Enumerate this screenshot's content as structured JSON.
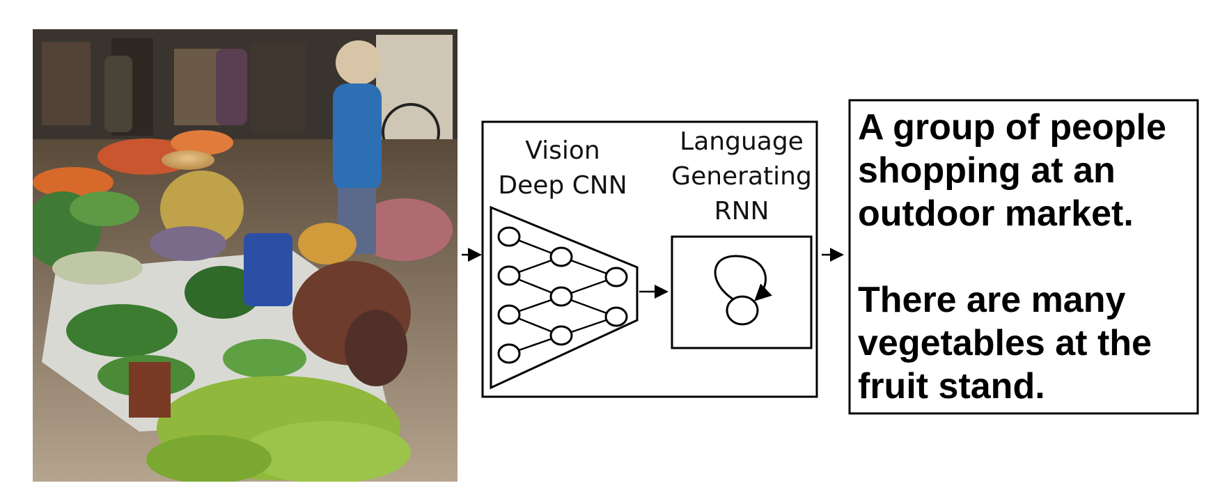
{
  "image": {
    "content": "outdoor market with vegetables and shoppers"
  },
  "vision_cnn": {
    "title_line1": "Vision",
    "title_line2": "Deep CNN"
  },
  "language_rnn": {
    "title_line1": "Language",
    "title_line2": "Generating",
    "title_line3": "RNN"
  },
  "caption": {
    "lines": [
      "A group of people",
      "shopping at an",
      "outdoor market.",
      "",
      "There are many",
      "vegetables at the",
      "fruit stand."
    ]
  }
}
